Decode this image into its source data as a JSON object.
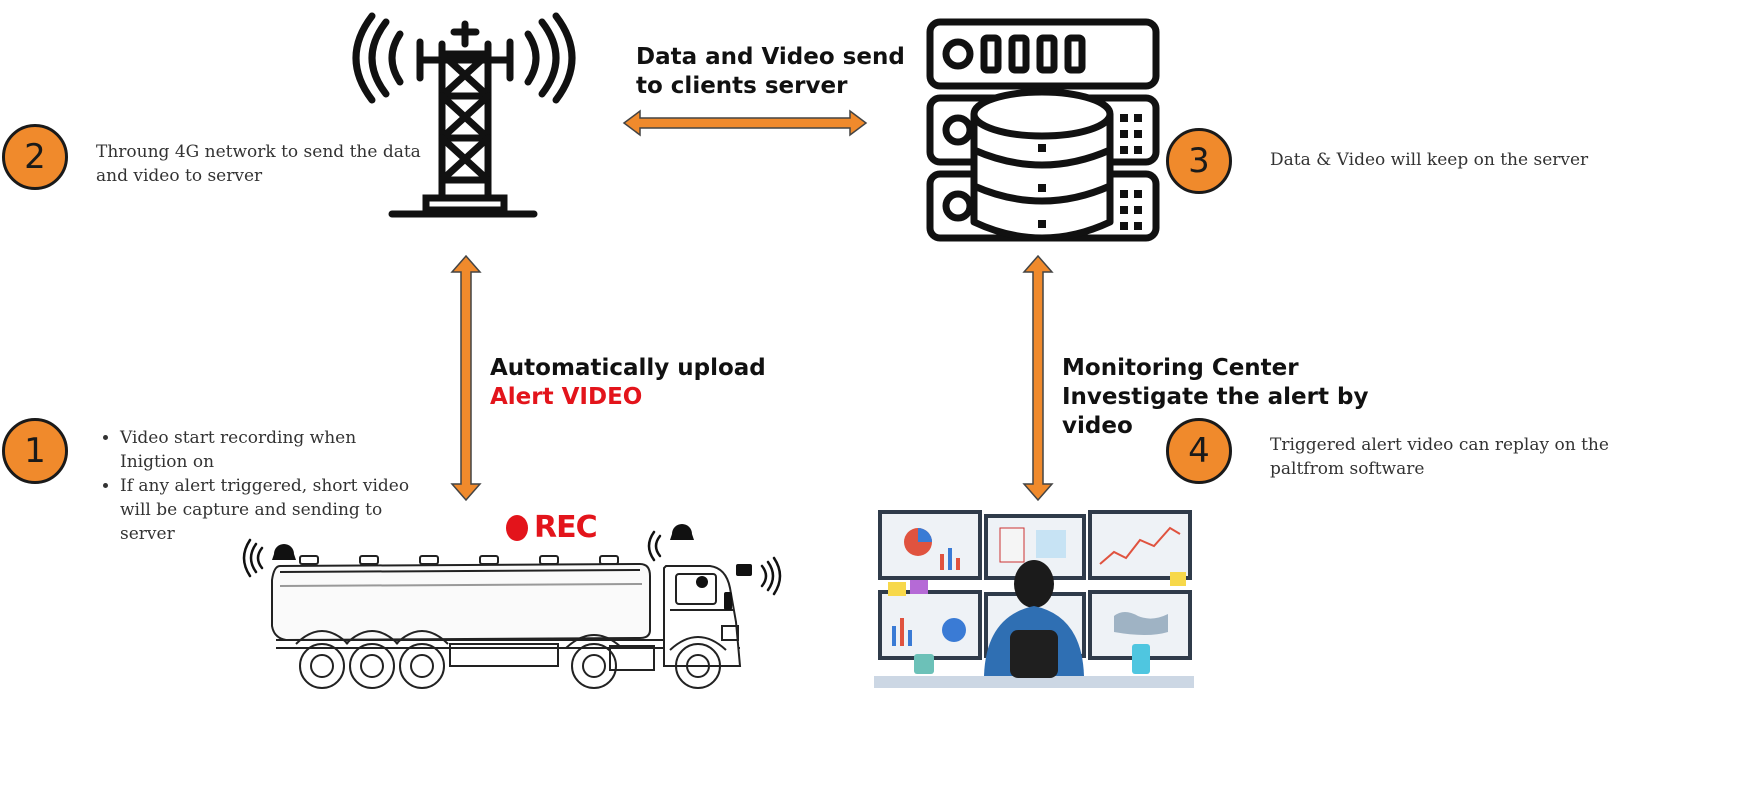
{
  "steps": {
    "step1": {
      "number": "1",
      "bullets": [
        "Video start recording when Inigtion on",
        "If any alert triggered, short video will be capture and sending to server"
      ]
    },
    "step2": {
      "number": "2",
      "line1": "Throung 4G network to send the data",
      "line2": "and video to server"
    },
    "step3": {
      "number": "3",
      "text": "Data & Video will keep on the server"
    },
    "step4": {
      "number": "4",
      "line1": "Triggered alert video can replay on the",
      "line2": "paltfrom software"
    }
  },
  "labels": {
    "top_arrow_line1": "Data and Video send",
    "top_arrow_line2": "to clients server",
    "upload_line1": "Automatically upload",
    "upload_line2": "Alert VIDEO",
    "monitor_line1": "Monitoring Center",
    "monitor_line2": "Investigate the alert by",
    "monitor_line3": "video",
    "rec": "REC"
  },
  "colors": {
    "accent": "#f08a2c",
    "rec": "#e3141b",
    "ink": "#1a1a1a"
  },
  "icons": [
    "cell-tower-icon",
    "database-server-icon",
    "tanker-truck-icon",
    "monitoring-center-icon"
  ]
}
